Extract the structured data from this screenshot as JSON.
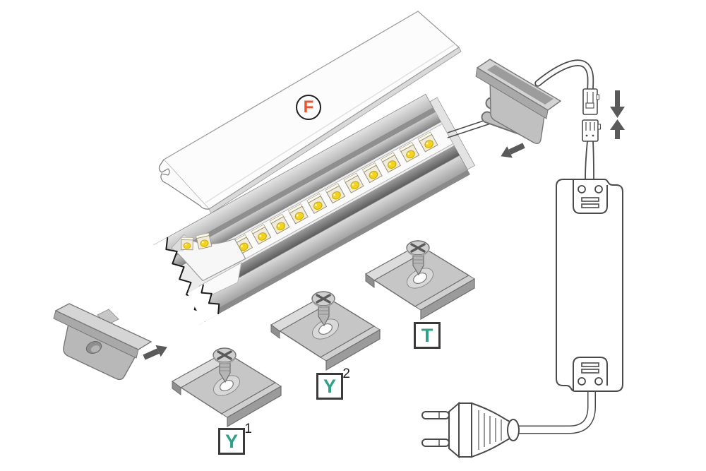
{
  "diagram": {
    "name": "LED aluminium profile assembly exploded diagram",
    "led_count": 13,
    "labels": {
      "cover": "F",
      "bracket_y1": {
        "letter": "Y",
        "sup": "1"
      },
      "bracket_y2": {
        "letter": "Y",
        "sup": "2"
      },
      "bracket_t": {
        "letter": "T"
      }
    },
    "colors": {
      "label_green": "#2BA287",
      "label_orange": "#F1522A",
      "label_border": "#3A3A3A",
      "outline": "#4A4A4A",
      "metal_light": "#D6D6D6",
      "metal_mid": "#B5B5B5",
      "metal_dark": "#6F6F6F",
      "led_yellow": "#F4D419",
      "arrow_gray": "#5A5A5A",
      "background": "#FFFFFF"
    }
  }
}
